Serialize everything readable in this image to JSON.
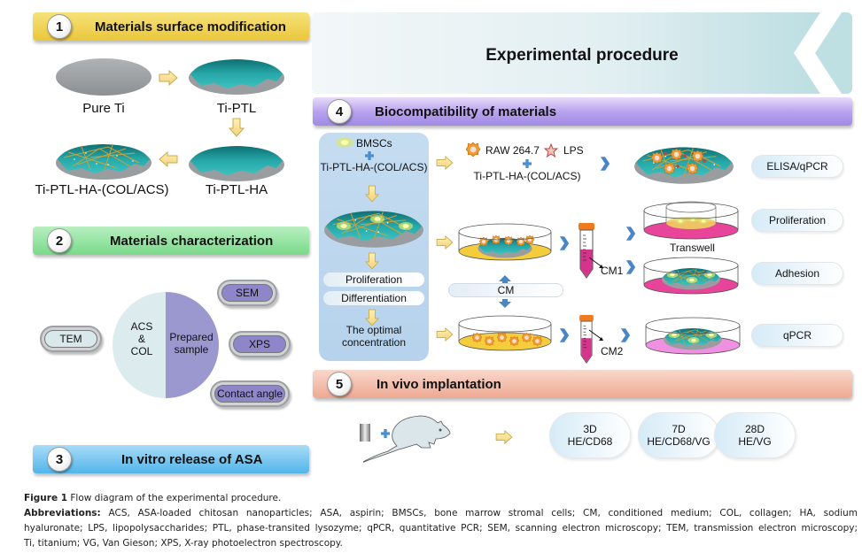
{
  "title": "Experimental procedure",
  "colors": {
    "section1": "#eac73a",
    "section2": "#79d98a",
    "section3": "#52b5ea",
    "section4": "#a08ae4",
    "section5": "#eea891",
    "arrow_yellow": "#f8de8a",
    "chevron_blue": "#4a86c5",
    "titanium_teal": "#1f9a9a"
  },
  "sections": [
    {
      "number": "1",
      "title": "Materials surface modification"
    },
    {
      "number": "2",
      "title": "Materials characterization"
    },
    {
      "number": "3",
      "title": "In vitro release of ASA"
    },
    {
      "number": "4",
      "title": "Biocompatibility of materials"
    },
    {
      "number": "5",
      "title": "In vivo implantation"
    }
  ],
  "surface_modification": {
    "steps": [
      "Pure Ti",
      "Ti-PTL",
      "Ti-PTL-HA",
      "Ti-PTL-HA-(COL/ACS)"
    ]
  },
  "characterization": {
    "pie_left": [
      "ACS",
      "&",
      "COL"
    ],
    "pie_right": [
      "Prepared",
      "sample"
    ],
    "methods": [
      "TEM",
      "SEM",
      "XPS",
      "Contact angle"
    ]
  },
  "biocompatibility": {
    "panel": {
      "cell": "BMSCs",
      "material": "Ti-PTL-HA-(COL/ACS)",
      "assays": [
        "Proliferation",
        "Differentiation"
      ],
      "result": [
        "The optimal",
        "concentration"
      ]
    },
    "macrophage": {
      "cell": "RAW 264.7",
      "stimulus": "LPS",
      "material": "Ti-PTL-HA-(COL/ACS)"
    },
    "cm_label": "CM",
    "cm1_label": "CM1",
    "cm2_label": "CM2",
    "transwell_label": "Transwell",
    "outcomes": [
      "ELISA/qPCR",
      "Proliferation",
      "Adhesion",
      "qPCR"
    ]
  },
  "in_vivo": {
    "stages": [
      {
        "day": "3D",
        "tests": "HE/CD68"
      },
      {
        "day": "7D",
        "tests": "HE/CD68/VG"
      },
      {
        "day": "28D",
        "tests": "HE/VG"
      }
    ]
  },
  "caption": {
    "figure_label": "Figure 1",
    "figure_text": " Flow diagram of the experimental procedure.",
    "abbr_label": "Abbreviations:",
    "abbr_line1": " ACS, ASA-loaded chitosan nanoparticles; ASA, aspirin; BMSCs, bone marrow stromal cells; CM, conditioned medium; COL, collagen; HA, sodium",
    "abbr_line2": "hyaluronate; LPS, lipopolysaccharides; PTL, phase-transited lysozyme; qPCR, quantitative PCR; SEM, scanning electron microscopy; TEM, transmission electron microscopy;",
    "abbr_line3": "Ti, titanium; VG, Van Gieson; XPS, X-ray photoelectron spectroscopy."
  }
}
